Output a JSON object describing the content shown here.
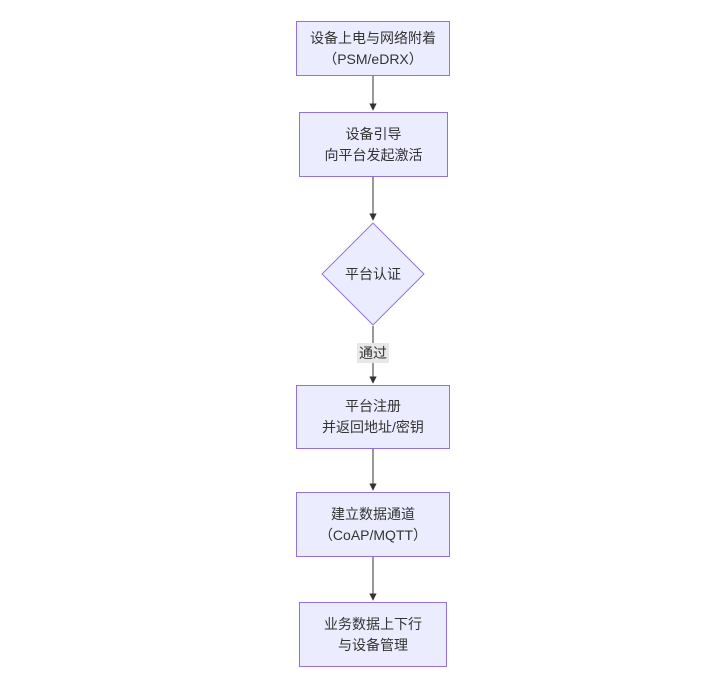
{
  "diagram": {
    "type": "flowchart",
    "direction": "top-down",
    "colors": {
      "node_fill": "#ECECFF",
      "node_border": "#9370DB",
      "edge_line": "#333333",
      "edge_label_bg": "#e8e8e8",
      "text": "#333333",
      "background": "#ffffff"
    },
    "nodes": [
      {
        "id": "power-attach",
        "shape": "rect",
        "lines": [
          "设备上电与网络附着",
          "（PSM/eDRX）"
        ]
      },
      {
        "id": "bootstrap",
        "shape": "rect",
        "lines": [
          "设备引导",
          "向平台发起激活"
        ]
      },
      {
        "id": "auth",
        "shape": "diamond",
        "lines": [
          "平台认证"
        ]
      },
      {
        "id": "register",
        "shape": "rect",
        "lines": [
          "平台注册",
          "并返回地址/密钥"
        ]
      },
      {
        "id": "channel",
        "shape": "rect",
        "lines": [
          "建立数据通道",
          "（CoAP/MQTT）"
        ]
      },
      {
        "id": "business",
        "shape": "rect",
        "lines": [
          "业务数据上下行",
          "与设备管理"
        ]
      }
    ],
    "edges": [
      {
        "from": "power-attach",
        "to": "bootstrap",
        "label": ""
      },
      {
        "from": "bootstrap",
        "to": "auth",
        "label": ""
      },
      {
        "from": "auth",
        "to": "register",
        "label": "通过"
      },
      {
        "from": "register",
        "to": "channel",
        "label": ""
      },
      {
        "from": "channel",
        "to": "business",
        "label": ""
      }
    ]
  }
}
